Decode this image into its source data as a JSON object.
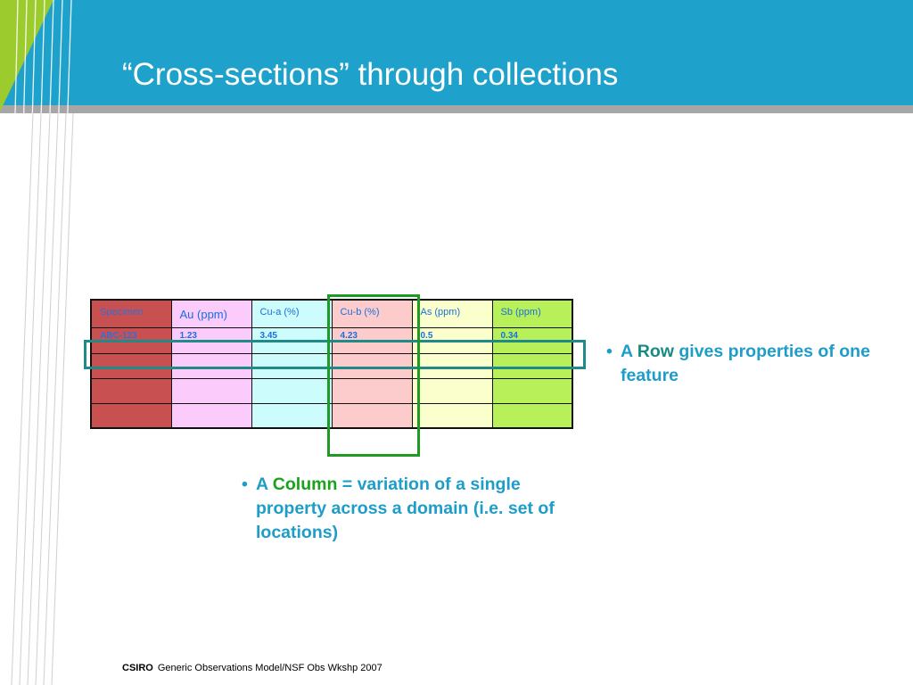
{
  "slide": {
    "title": "“Cross-sections” through collections"
  },
  "table": {
    "headers": [
      "Specimen",
      "Au (ppm)",
      "Cu-a (%)",
      "Cu-b (%)",
      "As (ppm)",
      "Sb (ppm)"
    ],
    "rows": [
      [
        "ABC-123",
        "1.23",
        "3.45",
        "4.23",
        "0.5",
        "0.34"
      ]
    ]
  },
  "bullets": {
    "row": {
      "marker": "•",
      "prefix": "A ",
      "highlight": "Row",
      "rest": " gives properties of one feature"
    },
    "column": {
      "marker": "•",
      "prefix": "A ",
      "highlight": "Column",
      "rest": " = variation of a single property across a domain (i.e. set of locations)"
    }
  },
  "footer": {
    "brand": "CSIRO",
    "text": "Generic Observations Model/NSF Obs Wkshp 2007"
  },
  "colors": {
    "header_blue": "#1ea1cb",
    "lime_accent": "#9ccb2e",
    "row_highlight": "#1f8a87",
    "column_highlight": "#1f9a23",
    "bullet_text": "#1e9dc8"
  }
}
